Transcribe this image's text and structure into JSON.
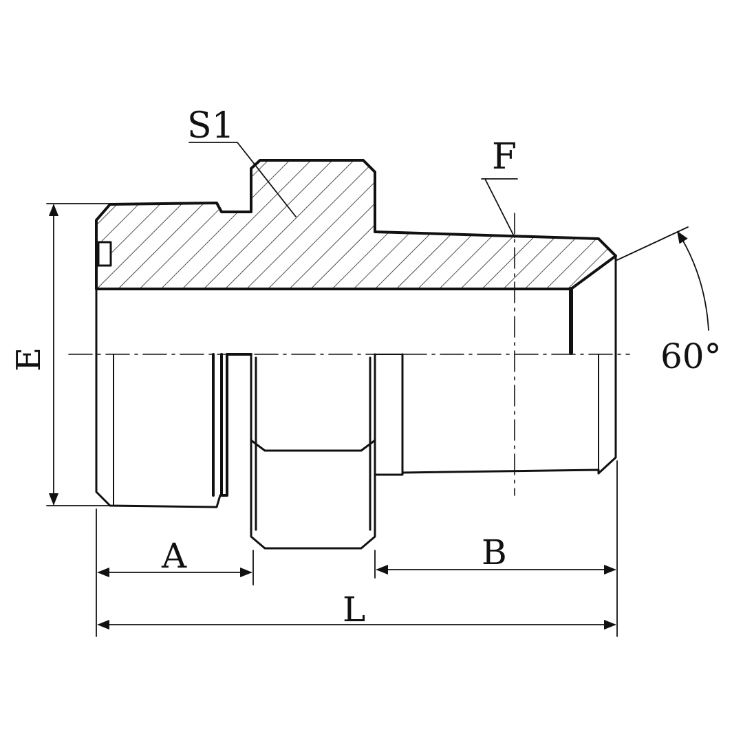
{
  "drawing": {
    "labels": {
      "s1": "S1",
      "f": "F",
      "e": "E",
      "angle": "60°",
      "a": "A",
      "b": "B",
      "l": "L"
    },
    "colors": {
      "line": "#111111",
      "background": "#ffffff"
    }
  }
}
